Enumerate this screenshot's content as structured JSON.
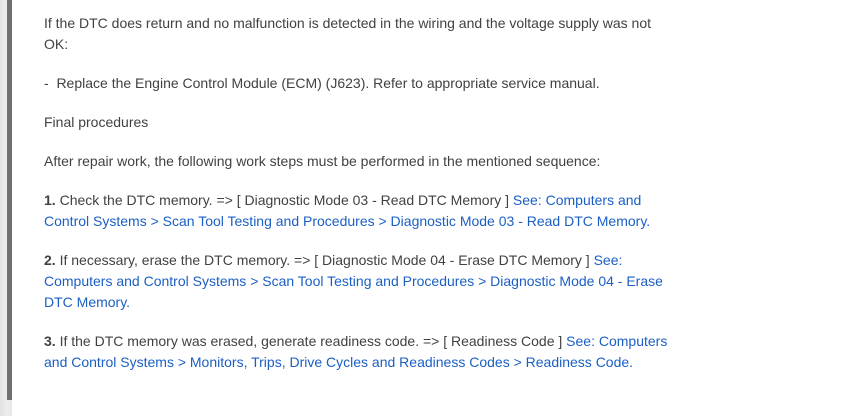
{
  "colors": {
    "background": "#ffffff",
    "text": "#414141",
    "link": "#1b5fc5",
    "scrollbar_track": "#eaeaea",
    "scrollbar_thumb": "#707070"
  },
  "content": {
    "paragraphs": [
      {
        "name": "intro-condition",
        "segments": [
          {
            "style": "plain",
            "text": "If the DTC does return and no malfunction is detected in the wiring and the voltage supply was not OK:"
          }
        ]
      },
      {
        "name": "replace-ecm-instruction",
        "segments": [
          {
            "style": "plain",
            "text": "-  Replace the Engine Control Module (ECM) (J623). Refer to appropriate service manual."
          }
        ]
      },
      {
        "name": "final-procedures-heading",
        "segments": [
          {
            "style": "plain",
            "text": "Final procedures"
          }
        ]
      },
      {
        "name": "after-repair-intro",
        "segments": [
          {
            "style": "plain",
            "text": "After repair work, the following work steps must be performed in the mentioned sequence:"
          }
        ]
      },
      {
        "name": "step-1",
        "segments": [
          {
            "style": "bold",
            "text": "1."
          },
          {
            "style": "plain",
            "text": " Check the DTC memory. => [ Diagnostic Mode 03 - Read DTC Memory ] "
          },
          {
            "style": "link",
            "text": "See: Computers and Control Systems > Scan Tool Testing and Procedures > Diagnostic Mode 03 - Read DTC Memory."
          }
        ]
      },
      {
        "name": "step-2",
        "segments": [
          {
            "style": "bold",
            "text": "2."
          },
          {
            "style": "plain",
            "text": " If necessary, erase the DTC memory. => [ Diagnostic Mode 04 - Erase DTC Memory ] "
          },
          {
            "style": "link",
            "text": "See: Computers and Control Systems > Scan Tool Testing and Procedures > Diagnostic Mode 04 - Erase DTC Memory."
          }
        ]
      },
      {
        "name": "step-3",
        "segments": [
          {
            "style": "bold",
            "text": "3."
          },
          {
            "style": "plain",
            "text": " If the DTC memory was erased, generate readiness code. => [ Readiness Code ] "
          },
          {
            "style": "link",
            "text": "See: Computers and Control Systems > Monitors, Trips, Drive Cycles and Readiness Codes > Readiness Code."
          }
        ]
      }
    ]
  }
}
